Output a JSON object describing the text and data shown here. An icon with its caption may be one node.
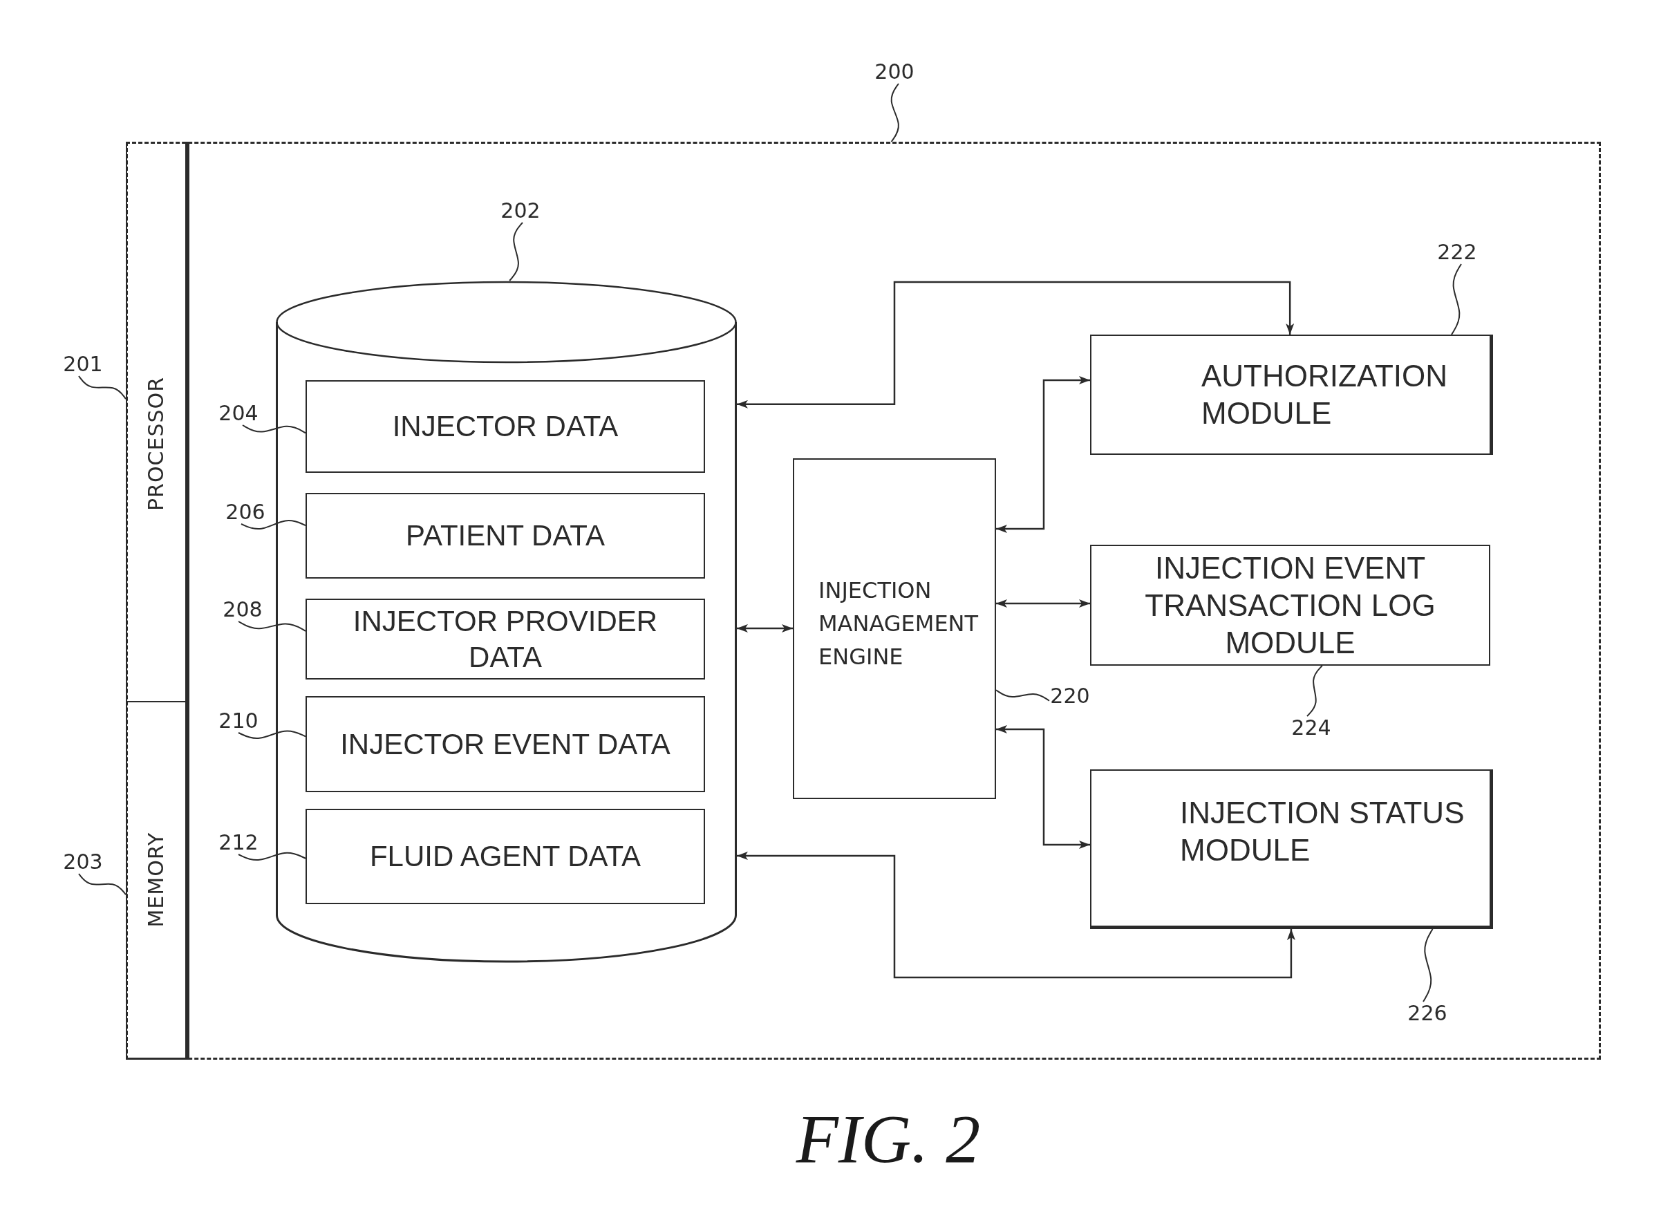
{
  "diagram": {
    "caption": "FIG. 2",
    "nodes": [
      {
        "text": [],
        "shape": "box"
      },
      {
        "text": [
          "PROCESSOR"
        ],
        "in": 0
      },
      {
        "text": [
          "MEMORY"
        ],
        "in": 0
      },
      {
        "text": [],
        "shape": "cylinder",
        "in": 0
      },
      {
        "text": [
          "INJECTOR DATA"
        ],
        "in": 3
      },
      {
        "text": [
          "PATIENT DATA"
        ],
        "in": 3
      },
      {
        "text": [
          "INJECTOR PROVIDER DATA"
        ],
        "in": 3
      },
      {
        "text": [
          "INJECTOR EVENT DATA"
        ],
        "in": 3
      },
      {
        "text": [
          "FLUID AGENT DATA"
        ],
        "in": 3
      },
      {
        "text": [
          "INJECTION MANAGEMENT ENGINE"
        ],
        "in": 0
      },
      {
        "text": [
          "AUTHORIZATION MODULE"
        ],
        "in": 0
      },
      {
        "text": [
          "INJECTION EVENT TRANSACTION LOG MODULE"
        ],
        "in": 0
      },
      {
        "text": [
          "INJECTION STATUS MODULE"
        ],
        "in": 0
      },
      {
        "text": [
          "200"
        ]
      },
      {
        "text": [
          "201"
        ]
      },
      {
        "text": [
          "203"
        ]
      },
      {
        "text": [
          "202"
        ],
        "in": 0
      },
      {
        "text": [
          "204"
        ],
        "in": 0
      },
      {
        "text": [
          "206"
        ],
        "in": 0
      },
      {
        "text": [
          "208"
        ],
        "in": 0
      },
      {
        "text": [
          "210"
        ],
        "in": 0
      },
      {
        "text": [
          "212"
        ],
        "in": 0
      },
      {
        "text": [
          "220"
        ],
        "in": 0
      },
      {
        "text": [
          "222"
        ],
        "in": 0
      },
      {
        "text": [
          "224"
        ],
        "in": 0
      },
      {
        "text": [
          "226"
        ],
        "in": 0
      }
    ],
    "edges": [
      {
        "from": 3,
        "to": 9,
        "arrow": "both"
      },
      {
        "from": 3,
        "to": 10,
        "arrow": "both"
      },
      {
        "from": 9,
        "to": 10,
        "arrow": "both"
      },
      {
        "from": 9,
        "to": 11,
        "arrow": "both"
      },
      {
        "from": 9,
        "to": 12,
        "arrow": "both"
      },
      {
        "from": 3,
        "to": 12,
        "arrow": "both"
      },
      {
        "from": 13,
        "to": 0,
        "arrow": "none"
      },
      {
        "from": 14,
        "to": 1,
        "arrow": "none"
      },
      {
        "from": 15,
        "to": 2,
        "arrow": "none"
      },
      {
        "from": 16,
        "to": 3,
        "arrow": "none"
      },
      {
        "from": 17,
        "to": 4,
        "arrow": "none"
      },
      {
        "from": 18,
        "to": 5,
        "arrow": "none"
      },
      {
        "from": 19,
        "to": 6,
        "arrow": "none"
      },
      {
        "from": 20,
        "to": 7,
        "arrow": "none"
      },
      {
        "from": 21,
        "to": 8,
        "arrow": "none"
      },
      {
        "from": 22,
        "to": 9,
        "arrow": "none"
      },
      {
        "from": 23,
        "to": 10,
        "arrow": "none"
      },
      {
        "from": 24,
        "to": 11,
        "arrow": "none"
      },
      {
        "from": 25,
        "to": 12,
        "arrow": "none"
      }
    ]
  }
}
